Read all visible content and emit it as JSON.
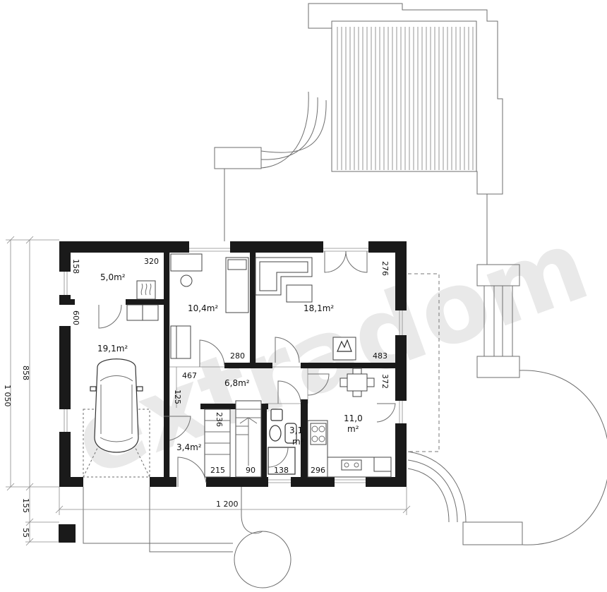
{
  "watermark": "extradom",
  "rooms": [
    {
      "id": "garage",
      "area": "19,1m²"
    },
    {
      "id": "boiler",
      "area": "5,0m²"
    },
    {
      "id": "study",
      "area": "10,4m²"
    },
    {
      "id": "living",
      "area": "18,1m²"
    },
    {
      "id": "hall",
      "area": "6,8m²"
    },
    {
      "id": "kitchen",
      "area_line1": "11,0",
      "area_line2": "m²"
    },
    {
      "id": "wc",
      "area_line1": "3,1",
      "area_line2": "m²"
    },
    {
      "id": "vestibule",
      "area": "3,4m²"
    }
  ],
  "dims": {
    "d320": "320",
    "d158": "158",
    "d600": "600",
    "d280": "280",
    "d276": "276",
    "d483": "483",
    "d467": "467",
    "d125": "125",
    "d372": "372",
    "d236": "236",
    "d215": "215",
    "d90": "90",
    "d138": "138",
    "d296": "296",
    "total_width": "1 200",
    "total_height": "1 050",
    "outer_858": "858",
    "outer_155": "155",
    "outer_55": "55"
  },
  "icons": {
    "boiler": "boiler-icon",
    "fireplace": "fireplace-icon",
    "car": "car-icon"
  }
}
